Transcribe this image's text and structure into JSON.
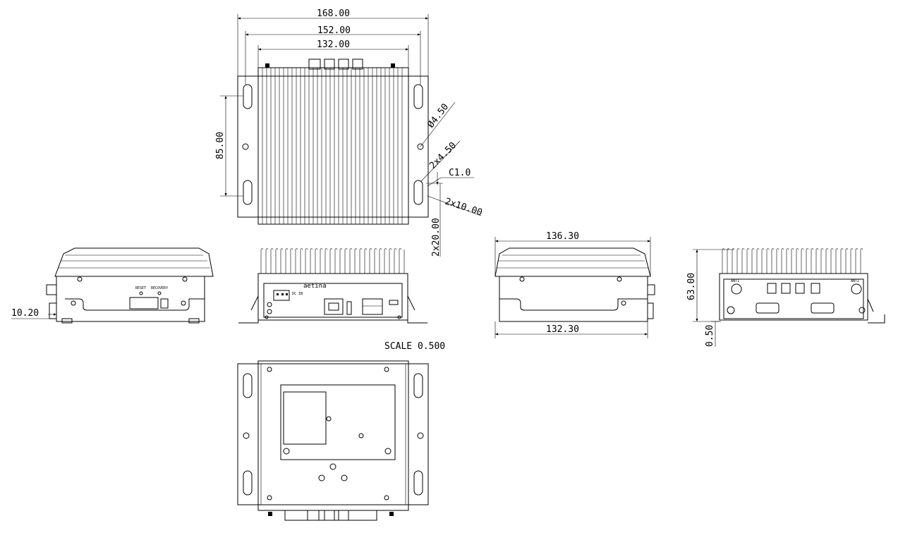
{
  "dimensions": {
    "top_width_outer": "168.00",
    "top_width_mid": "152.00",
    "top_width_inner": "132.00",
    "hole_spacing": "85.00",
    "hole_dia": "Ø4.50",
    "slot_width": "2x4.50",
    "chamfer": "C1.0",
    "slot_length": "2x10.00",
    "slot_spacing": "2x20.00",
    "foot_offset": "10.20",
    "side_top_width": "136.30",
    "side_bottom_width": "132.30",
    "height": "63.00",
    "gap": "0.50"
  },
  "scale_note": "SCALE  0.500",
  "panel_labels": {
    "reset": "RESET",
    "recovery": "RECOVERY",
    "logo": "aetina",
    "dcin": "DC IN",
    "ant1": "ANT1",
    "ant2": "ANT2"
  }
}
